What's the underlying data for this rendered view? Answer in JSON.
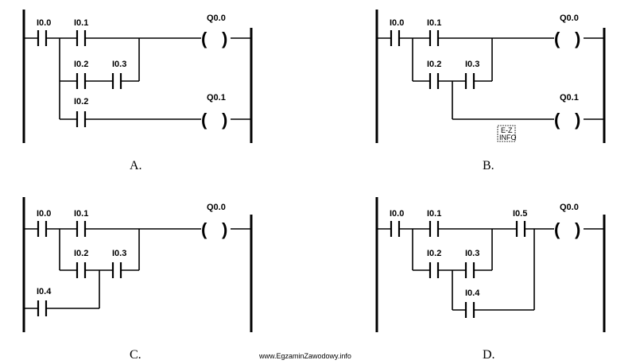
{
  "diagrams": [
    {
      "caption": "A.",
      "labels": {
        "c00": "I0.0",
        "c01": "I0.1",
        "c02": "I0.2",
        "c03": "I0.3",
        "c02b": "I0.2",
        "q00": "Q0.0",
        "q01": "Q0.1"
      }
    },
    {
      "caption": "B.",
      "labels": {
        "c00": "I0.0",
        "c01": "I0.1",
        "c02": "I0.2",
        "c03": "I0.3",
        "q00": "Q0.0",
        "q01": "Q0.1"
      }
    },
    {
      "caption": "C.",
      "labels": {
        "c00": "I0.0",
        "c01": "I0.1",
        "c02": "I0.2",
        "c03": "I0.3",
        "c04": "I0.4",
        "q00": "Q0.0"
      }
    },
    {
      "caption": "D.",
      "labels": {
        "c00": "I0.0",
        "c01": "I0.1",
        "c02": "I0.2",
        "c03": "I0.3",
        "c04": "I0.4",
        "c05": "I0.5",
        "q00": "Q0.0"
      }
    }
  ],
  "watermark": {
    "line1": "E-Z",
    "line2": "INFO"
  },
  "footer": "www.EgzaminZawodowy.info"
}
